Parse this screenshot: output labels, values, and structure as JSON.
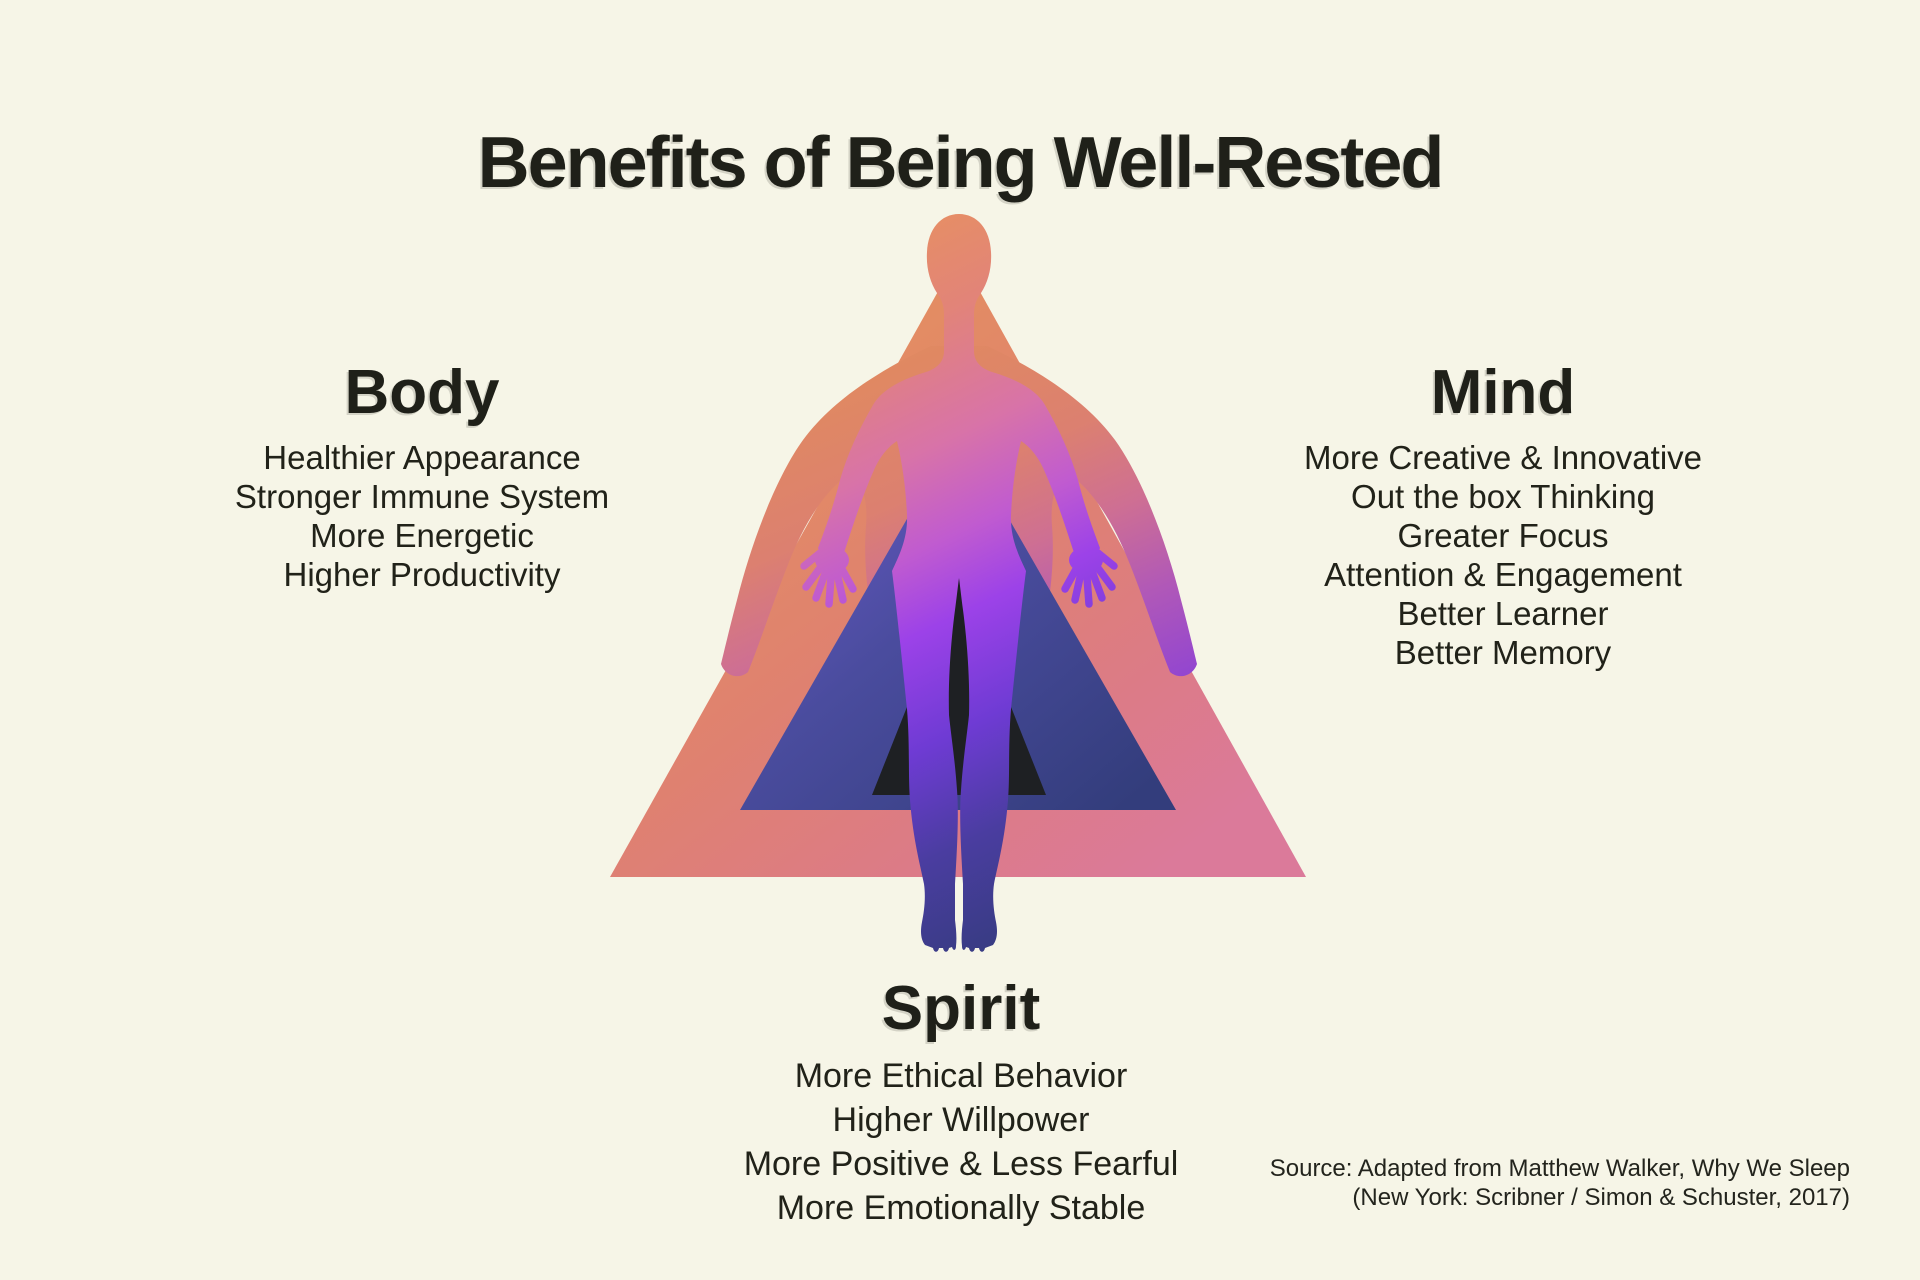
{
  "title": "Benefits of Being Well-Rested",
  "sections": {
    "body": {
      "heading": "Body",
      "items": [
        "Healthier Appearance",
        "Stronger Immune System",
        "More Energetic",
        "Higher Productivity"
      ]
    },
    "mind": {
      "heading": "Mind",
      "items": [
        "More Creative & Innovative",
        "Out the box Thinking",
        "Greater Focus",
        "Attention & Engagement",
        "Better Learner",
        "Better Memory"
      ]
    },
    "spirit": {
      "heading": "Spirit",
      "items": [
        "More Ethical Behavior",
        "Higher Willpower",
        "More Positive & Less Fearful",
        "More Emotionally Stable"
      ]
    }
  },
  "source": {
    "line1": "Source: Adapted from Matthew Walker, Why We Sleep",
    "line2": "(New York: Scribner / Simon & Schuster, 2017)"
  },
  "colors": {
    "background": "#F6F5E7",
    "text": "#212219",
    "triangle_outer_top": "#E6945A",
    "triangle_outer_bottom": "#DB7A9A",
    "triangle_middle_top": "#6A5AC8",
    "triangle_middle_bottom": "#333D7C",
    "triangle_inner": "#1E2023",
    "figure_head": "#E8935C",
    "figure_chest": "#E28478",
    "figure_waist": "#D873A8",
    "figure_violet": "#9C42E8",
    "figure_feet": "#363C80",
    "aura_top": "#E18B5E",
    "aura_bottom": "#8B41D6"
  }
}
